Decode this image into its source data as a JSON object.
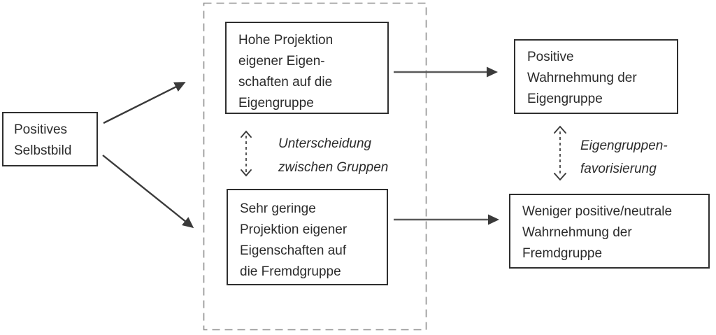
{
  "nodes": {
    "positives_selbstbild": {
      "lines": [
        "Positives",
        "Selbstbild"
      ]
    },
    "hohe_projektion": {
      "lines": [
        "Hohe Projektion",
        "eigener Eigen-",
        "schaften auf die",
        "Eigengruppe"
      ]
    },
    "sehr_geringe_projektion": {
      "lines": [
        "Sehr geringe",
        "Projektion eigener",
        "Eigenschaften auf",
        "die Fremdgruppe"
      ]
    },
    "positive_wahrnehmung": {
      "lines": [
        "Positive",
        "Wahrnehmung der",
        "Eigengruppe"
      ]
    },
    "weniger_positive_wahrnehmung": {
      "lines": [
        "Weniger positive/neutrale",
        "Wahrnehmung der",
        "Fremdgruppe"
      ]
    }
  },
  "labels": {
    "unterscheidung": {
      "lines": [
        "Unterscheidung",
        "zwischen Gruppen"
      ]
    },
    "eigengruppenfavorisierung": {
      "lines": [
        "Eigengruppen-",
        "favorisierung"
      ]
    }
  },
  "colors": {
    "text": "#2b2b2b",
    "box_border": "#2f2f2f",
    "arrow": "#3a3a3a",
    "arrow_light": "#5a5a5a",
    "dashed": "#909090",
    "bg": "#ffffff"
  }
}
